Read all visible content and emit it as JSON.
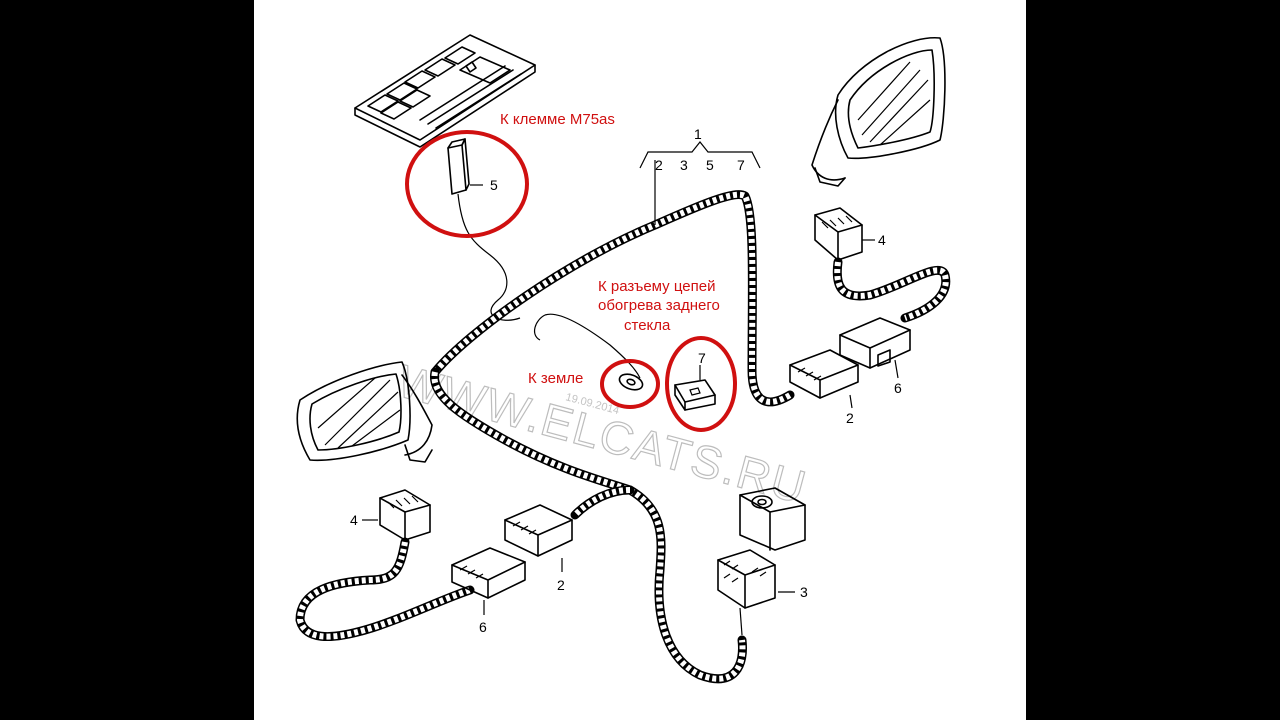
{
  "annotations": {
    "terminal": "К клемме M75as",
    "rear_window_line1": "К разъему цепей",
    "rear_window_line2": "обогрева заднего",
    "rear_window_line3": "стекла",
    "ground": "К земле"
  },
  "callouts": {
    "harness": "1",
    "harness_branches": [
      "2",
      "3",
      "5",
      "7"
    ],
    "item5": "5",
    "item7": "7",
    "item4_right": "4",
    "item4_left": "4",
    "item6_right": "6",
    "item6_left": "6",
    "item2_right": "2",
    "item2_left": "2",
    "item3": "3"
  },
  "watermark": {
    "text": "WWW.ELCATS.RU",
    "date": "19.09.2014"
  },
  "colors": {
    "annotation": "#d01010",
    "line": "#000000",
    "background": "#ffffff",
    "frame": "#000000"
  }
}
